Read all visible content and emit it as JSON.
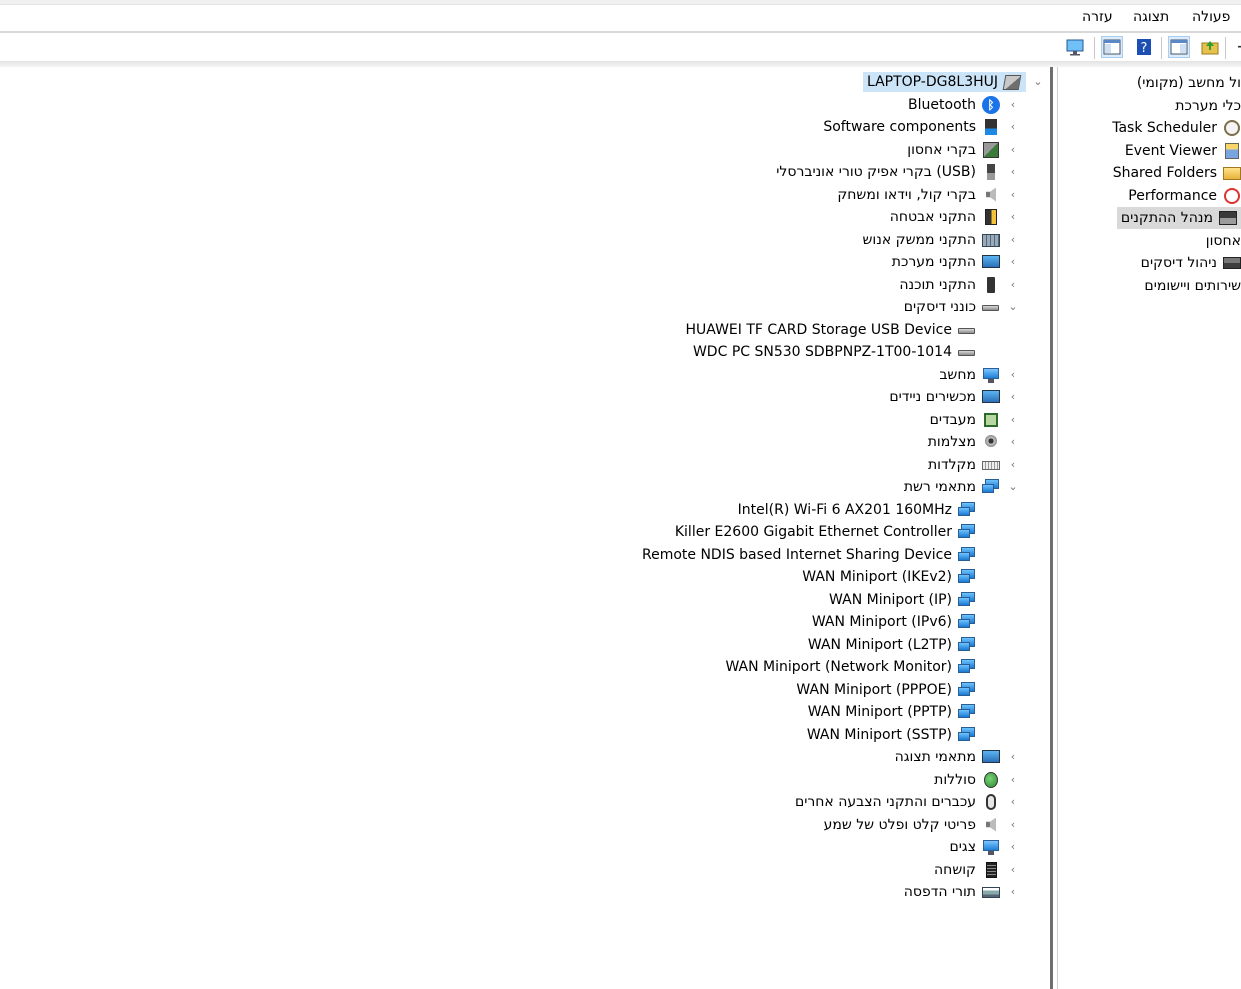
{
  "menu": {
    "action": "פעולה",
    "view": "תצוגה",
    "help": "עזרה"
  },
  "tree": {
    "root": {
      "label": "LAPTOP-DG8L3HUJ",
      "icon": "computer-icon",
      "expanded": true
    },
    "categories": [
      {
        "label": "Bluetooth",
        "icon": "bluetooth-icon",
        "expanded": false
      },
      {
        "label": "Software components",
        "icon": "software-components-icon",
        "expanded": false
      },
      {
        "label": "בקרי אחסון",
        "icon": "storage-controller-icon",
        "expanded": false
      },
      {
        "label": "בקרי אפיק טורי אוניברסלי (USB)",
        "icon": "usb-icon",
        "expanded": false
      },
      {
        "label": "בקרי קול, וידאו ומשחק",
        "icon": "speaker-icon",
        "expanded": false
      },
      {
        "label": "התקני אבטחה",
        "icon": "security-device-icon",
        "expanded": false
      },
      {
        "label": "התקני ממשק אנוש",
        "icon": "hid-icon",
        "expanded": false
      },
      {
        "label": "התקני מערכת",
        "icon": "system-device-icon",
        "expanded": false
      },
      {
        "label": "התקני תוכנה",
        "icon": "software-device-icon",
        "expanded": false
      },
      {
        "label": "כונני דיסקים",
        "icon": "disk-drive-icon",
        "expanded": true,
        "children": [
          {
            "label": "HUAWEI TF CARD Storage USB Device",
            "icon": "disk-drive-icon"
          },
          {
            "label": "WDC PC SN530 SDBPNPZ-1T00-1014",
            "icon": "disk-drive-icon"
          }
        ]
      },
      {
        "label": "מחשב",
        "icon": "monitor-icon",
        "expanded": false
      },
      {
        "label": "מכשירים ניידים",
        "icon": "portable-device-icon",
        "expanded": false
      },
      {
        "label": "מעבדים",
        "icon": "processor-icon",
        "expanded": false
      },
      {
        "label": "מצלמות",
        "icon": "camera-icon",
        "expanded": false
      },
      {
        "label": "מקלדות",
        "icon": "keyboard-icon",
        "expanded": false
      },
      {
        "label": "מתאמי רשת",
        "icon": "network-adapter-icon",
        "expanded": true,
        "children": [
          {
            "label": "Intel(R) Wi-Fi 6 AX201 160MHz",
            "icon": "network-adapter-icon"
          },
          {
            "label": "Killer E2600 Gigabit Ethernet Controller",
            "icon": "network-adapter-icon"
          },
          {
            "label": "Remote NDIS based Internet Sharing Device",
            "icon": "network-adapter-icon"
          },
          {
            "label": "WAN Miniport (IKEv2)",
            "icon": "network-adapter-icon"
          },
          {
            "label": "WAN Miniport (IP)",
            "icon": "network-adapter-icon"
          },
          {
            "label": "WAN Miniport (IPv6)",
            "icon": "network-adapter-icon"
          },
          {
            "label": "WAN Miniport (L2TP)",
            "icon": "network-adapter-icon"
          },
          {
            "label": "WAN Miniport (Network Monitor)",
            "icon": "network-adapter-icon"
          },
          {
            "label": "WAN Miniport (PPPOE)",
            "icon": "network-adapter-icon"
          },
          {
            "label": "WAN Miniport (PPTP)",
            "icon": "network-adapter-icon"
          },
          {
            "label": "WAN Miniport (SSTP)",
            "icon": "network-adapter-icon"
          }
        ]
      },
      {
        "label": "מתאמי תצוגה",
        "icon": "display-adapter-icon",
        "expanded": false
      },
      {
        "label": "סוללות",
        "icon": "battery-icon",
        "expanded": false
      },
      {
        "label": "עכברים והתקני הצבעה אחרים",
        "icon": "mouse-icon",
        "expanded": false
      },
      {
        "label": "פריטי קלט ופלט של שמע",
        "icon": "audio-io-icon",
        "expanded": false
      },
      {
        "label": "צגים",
        "icon": "monitor-icon",
        "expanded": false
      },
      {
        "label": "קושחה",
        "icon": "firmware-icon",
        "expanded": false
      },
      {
        "label": "תורי הדפסה",
        "icon": "print-queue-icon",
        "expanded": false
      }
    ]
  },
  "left_nav": {
    "items": [
      {
        "label": "ול מחשב (מקומי)",
        "icon": ""
      },
      {
        "label": "כלי מערכת",
        "icon": ""
      },
      {
        "label": "Task Scheduler",
        "icon": "task-scheduler-icon"
      },
      {
        "label": "Event Viewer",
        "icon": "event-viewer-icon"
      },
      {
        "label": "Shared Folders",
        "icon": "shared-folders-icon"
      },
      {
        "label": "Performance",
        "icon": "performance-icon"
      },
      {
        "label": "מנהל ההתקנים",
        "icon": "device-manager-icon",
        "selected": true
      },
      {
        "label": "אחסון",
        "icon": ""
      },
      {
        "label": "ניהול דיסקים",
        "icon": "disk-management-icon"
      },
      {
        "label": "שירותים ויישומים",
        "icon": ""
      }
    ]
  },
  "toolbar": {
    "buttons": [
      {
        "icon": "back-icon"
      },
      {
        "icon": "up-folder-icon"
      },
      {
        "icon": "show-hide-console-tree-icon",
        "pressed": true
      },
      {
        "icon": "help-icon"
      },
      {
        "icon": "show-hide-action-pane-icon",
        "pressed": true
      },
      {
        "icon": "monitor-properties-icon"
      }
    ]
  }
}
